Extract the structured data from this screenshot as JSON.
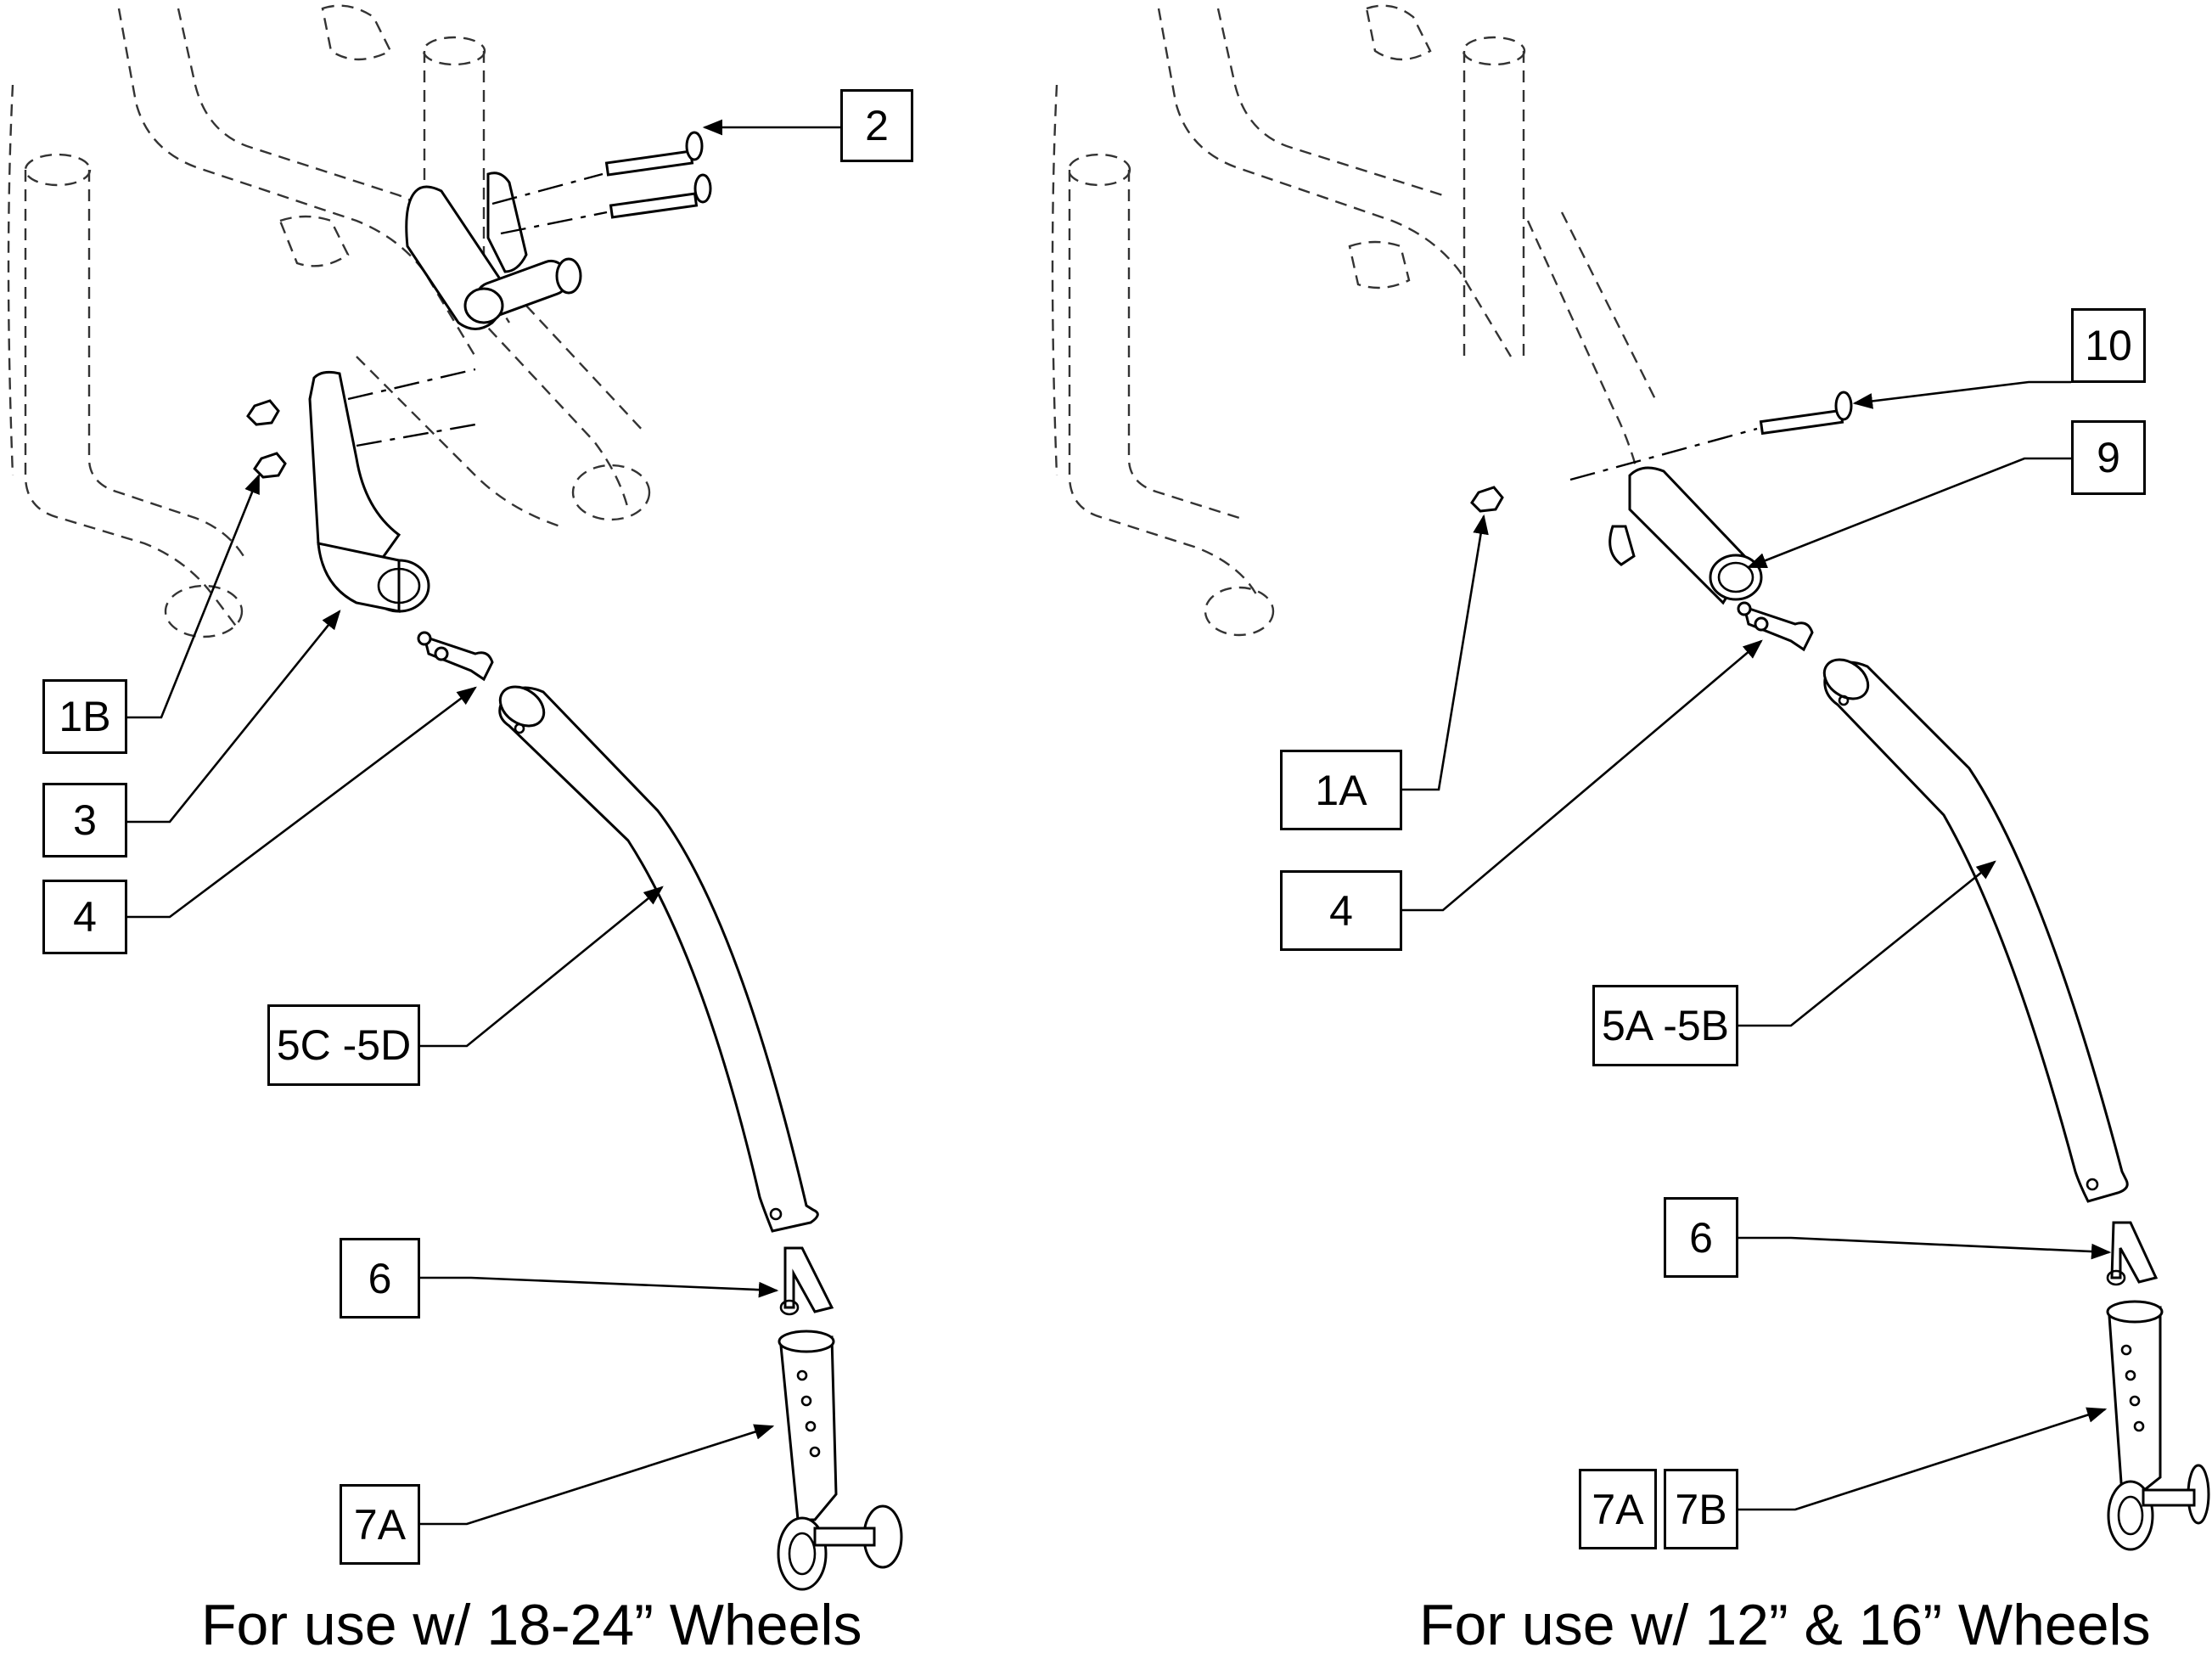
{
  "diagram": {
    "left_assembly": {
      "caption": "For use w/ 18-24” Wheels",
      "callouts": [
        "2",
        "1B",
        "3",
        "4",
        "5C -5D",
        "6",
        "7A"
      ]
    },
    "right_assembly": {
      "caption": "For use w/ 12” & 16” Wheels",
      "callouts": [
        "10",
        "9",
        "1A",
        "4",
        "5A -5B",
        "6",
        "7A",
        "7B"
      ]
    }
  }
}
